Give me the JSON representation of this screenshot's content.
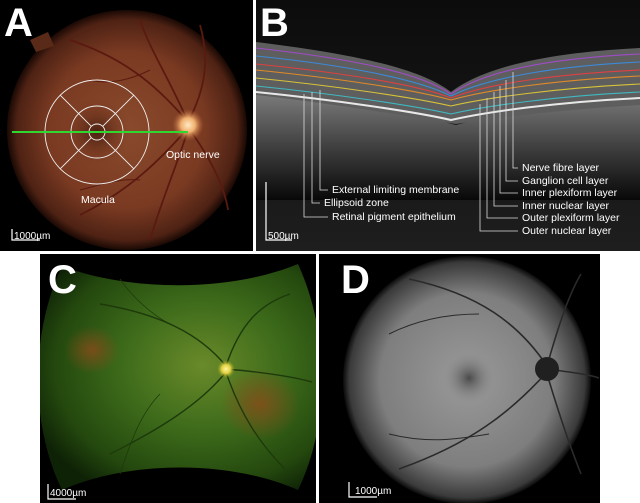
{
  "panels": {
    "a": {
      "letter": "A",
      "labels": {
        "optic_nerve": "Optic nerve",
        "macula": "Macula"
      },
      "scale_bar": "1000µm"
    },
    "b": {
      "letter": "B",
      "scale_bar": "500µm",
      "layers_right": [
        "Nerve fibre layer",
        "Ganglion cell layer",
        "Inner plexiform layer",
        "Inner nuclear layer",
        "Outer plexiform layer",
        "Outer nuclear layer"
      ],
      "layers_left": [
        "External limiting membrane",
        "Ellipsoid zone",
        "Retinal pigment epithelium"
      ]
    },
    "c": {
      "letter": "C",
      "scale_bar": "4000µm"
    },
    "d": {
      "letter": "D",
      "scale_bar": "1000µm"
    }
  }
}
